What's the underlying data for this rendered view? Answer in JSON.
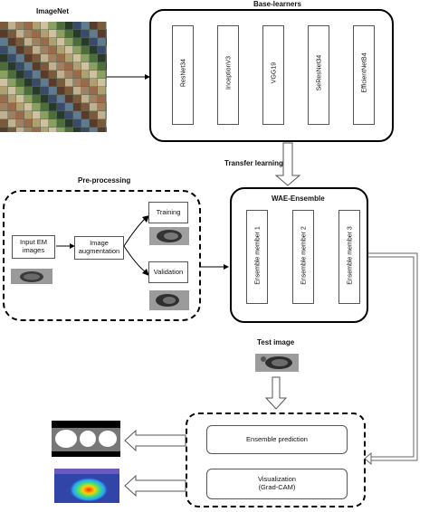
{
  "imagenet": {
    "title": "ImageNet"
  },
  "base_learners": {
    "title": "Base-learners",
    "models": [
      "ResNet34",
      "InceptionV3",
      "VGG19",
      "SeResNet34",
      "EfficientNetB4"
    ]
  },
  "transfer_label": "Transfer learning",
  "preprocessing": {
    "title": "Pre-processing",
    "input_label": "Input EM\nimages",
    "augment_label": "Image\naugmentation",
    "training_label": "Training",
    "validation_label": "Validation"
  },
  "wae": {
    "title": "WAE-Ensemble",
    "members": [
      "Ensemble member 1",
      "Ensemble member 2",
      "Ensemble member 3"
    ]
  },
  "test": {
    "title": "Test image",
    "prediction_label": "Ensemble prediction",
    "visualization_label": "Visualization\n(Grad-CAM)"
  },
  "colors": {
    "border": "#000000",
    "box_border": "#555555",
    "arrow_fill": "#ffffff",
    "em_gray": "#8a8a8a"
  }
}
